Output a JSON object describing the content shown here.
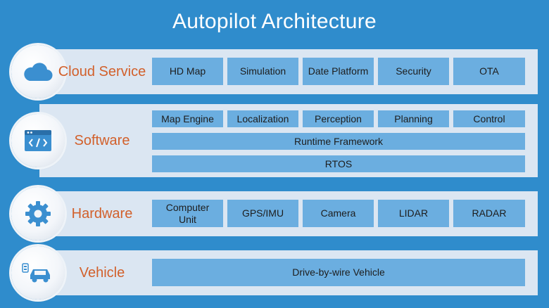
{
  "title": "Autopilot Architecture",
  "layers": [
    {
      "label": "Cloud Service",
      "icon": "cloud-icon",
      "rows": [
        [
          "HD Map",
          "Simulation",
          "Date Platform",
          "Security",
          "OTA"
        ]
      ]
    },
    {
      "label": "Software",
      "icon": "code-window-icon",
      "rows": [
        [
          "Map Engine",
          "Localization",
          "Perception",
          "Planning",
          "Control"
        ],
        [
          "Runtime Framework"
        ],
        [
          "RTOS"
        ]
      ]
    },
    {
      "label": "Hardware",
      "icon": "gear-icon",
      "rows": [
        [
          "Computer Unit",
          "GPS/IMU",
          "Camera",
          "LIDAR",
          "RADAR"
        ]
      ]
    },
    {
      "label": "Vehicle",
      "icon": "car-with-remote-icon",
      "rows": [
        [
          "Drive-by-wire Vehicle"
        ]
      ]
    }
  ],
  "colors": {
    "background": "#2f8ccc",
    "panel": "#dbe6f2",
    "module_box": "#6baee0",
    "label": "#d2602b",
    "icon": "#3b8fd0"
  }
}
